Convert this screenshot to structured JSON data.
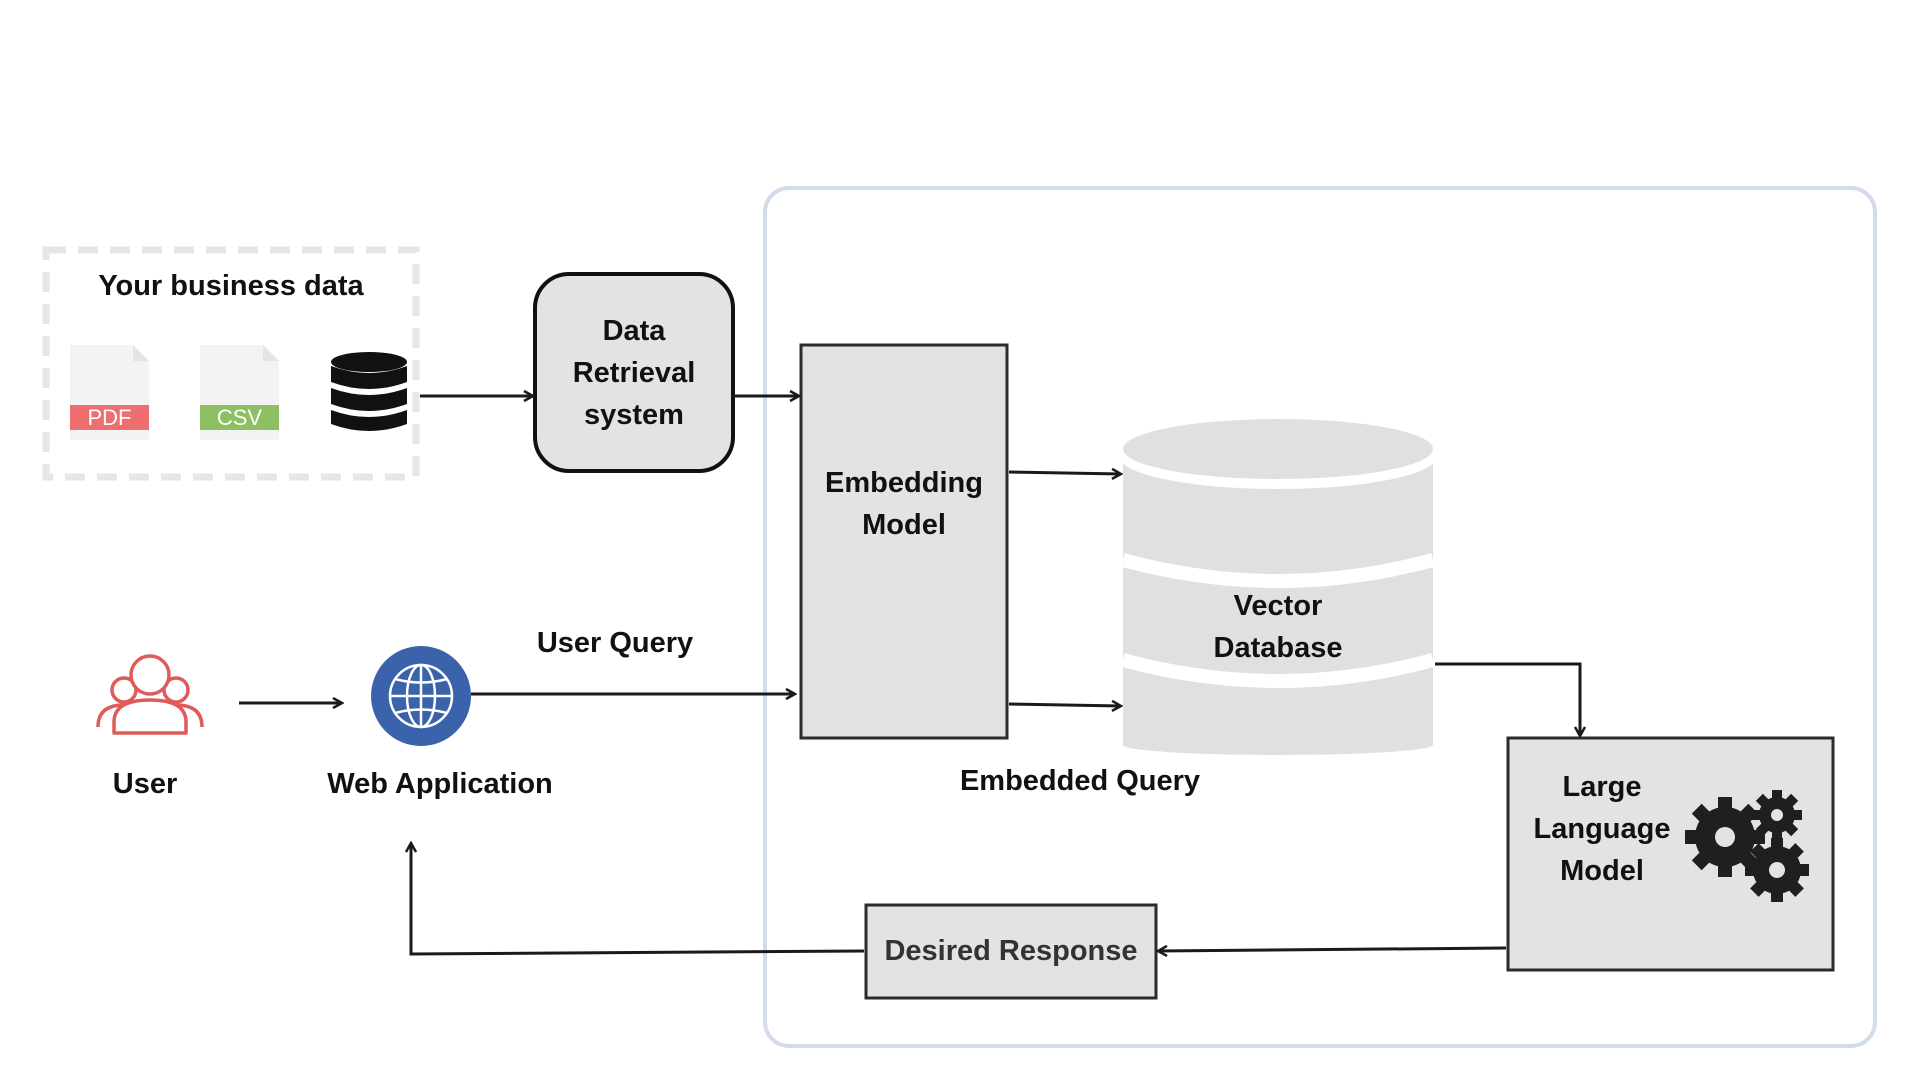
{
  "business_data": {
    "title": "Your business data",
    "pdf_label": "PDF",
    "csv_label": "CSV",
    "icons": [
      "pdf-file-icon",
      "csv-file-icon",
      "database-icon"
    ]
  },
  "data_retrieval": {
    "line1": "Data",
    "line2": "Retrieval",
    "line3": "system"
  },
  "embedding_model": {
    "line1": "Embedding",
    "line2": "Model"
  },
  "vector_database": {
    "line1": "Vector",
    "line2": "Database"
  },
  "llm": {
    "line1": "Large",
    "line2": "Language",
    "line3": "Model",
    "icon": "gears-icon"
  },
  "desired_response": {
    "label": "Desired Response"
  },
  "user": {
    "label": "User",
    "icon": "users-icon"
  },
  "web_app": {
    "label": "Web Application",
    "icon": "globe-icon"
  },
  "labels": {
    "user_query": "User Query",
    "embedded_query": "Embedded Query"
  },
  "colors": {
    "node_fill": "#e3e3e3",
    "stroke": "#2b2b2b",
    "panel_border": "#d3dcea",
    "dashed_border": "#e6e6e6",
    "pdf_red": "#ee6f6f",
    "csv_green": "#8cc063",
    "user_red": "#e05a5a",
    "globe_blue": "#3b63ac",
    "cylinder_gray": "#e0e0e0"
  }
}
